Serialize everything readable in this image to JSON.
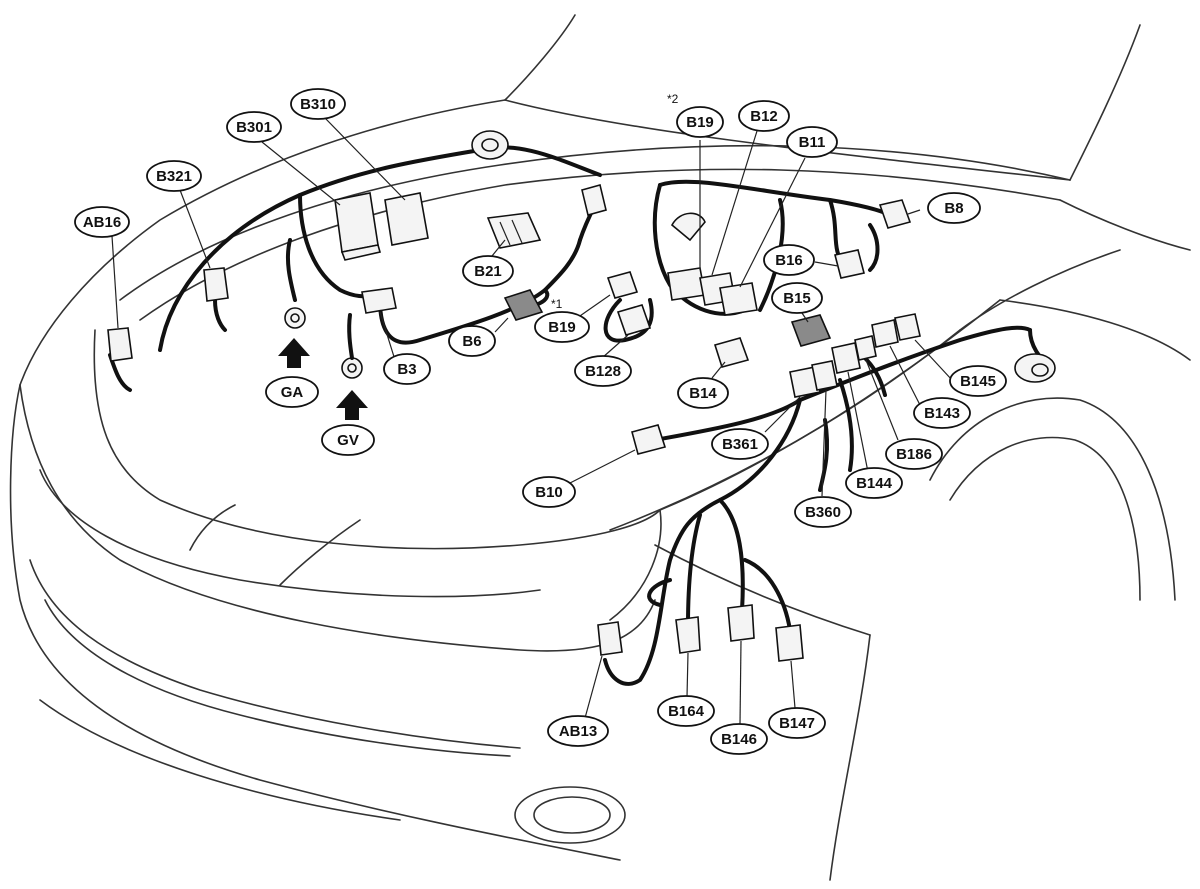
{
  "diagram": {
    "labels": {
      "AB16": "AB16",
      "B321": "B321",
      "B301": "B301",
      "B310": "B310",
      "GA": "GA",
      "GV": "GV",
      "B3": "B3",
      "B21": "B21",
      "B6": "B6",
      "B19_lower": "B19",
      "B128": "B128",
      "B19_upper": "B19",
      "B12": "B12",
      "B11": "B11",
      "B8": "B8",
      "B16": "B16",
      "B15": "B15",
      "B14": "B14",
      "B145": "B145",
      "B143": "B143",
      "B186": "B186",
      "B144": "B144",
      "B361": "B361",
      "B360": "B360",
      "B10": "B10",
      "AB13": "AB13",
      "B164": "B164",
      "B146": "B146",
      "B147": "B147"
    },
    "notes": {
      "star1": "*1",
      "star2": "*2"
    }
  }
}
